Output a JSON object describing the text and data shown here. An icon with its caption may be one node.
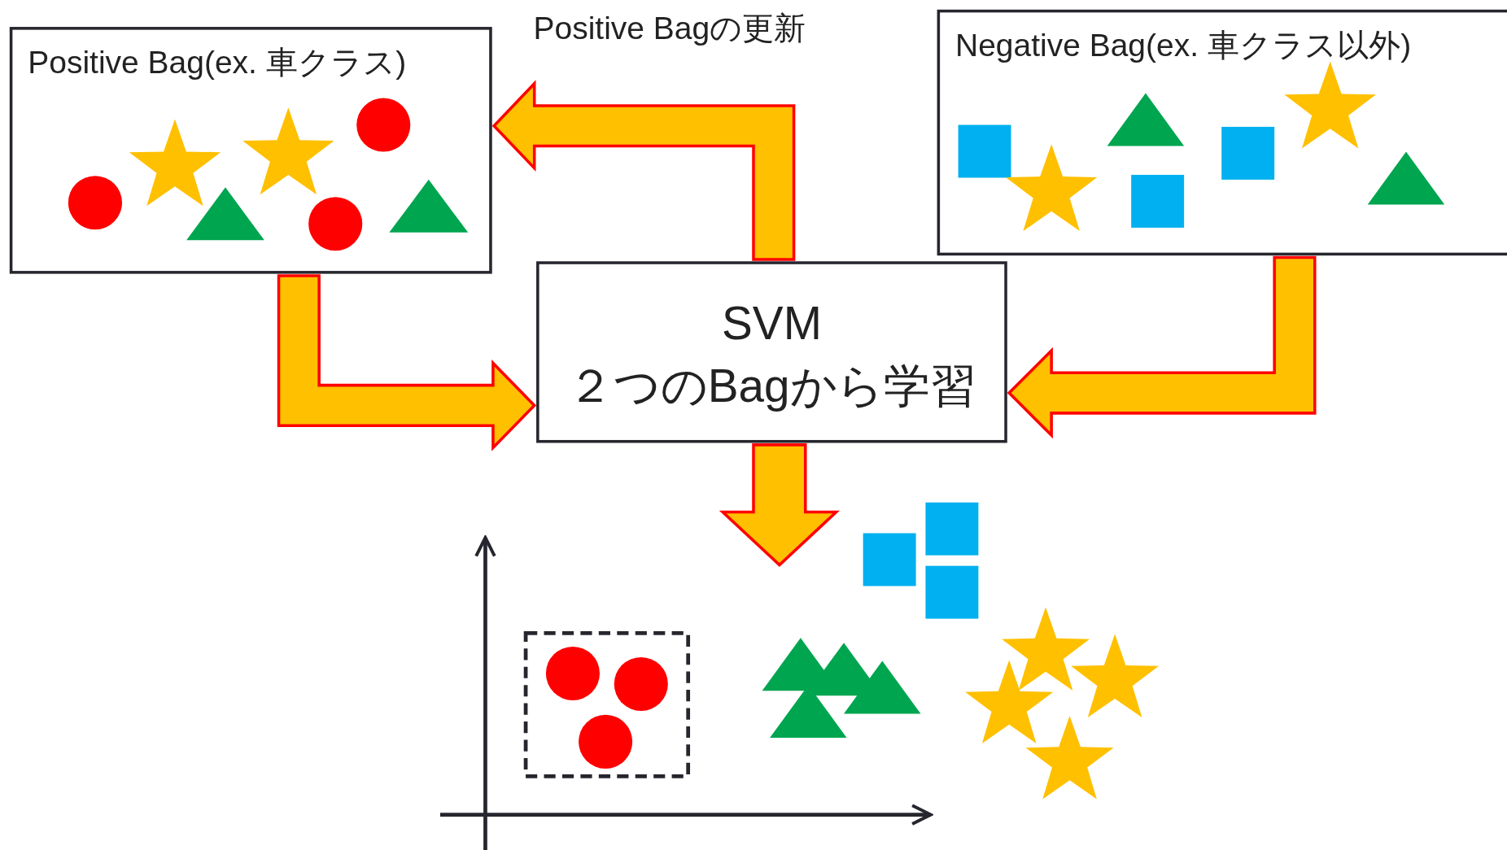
{
  "diagram": {
    "nodes": [
      {
        "text": [
          "Positive Bag(ex. 車クラス)"
        ]
      },
      {
        "text": [
          "Negative Bag(ex. 車クラス以外)"
        ]
      },
      {
        "text": [
          "SVM",
          "２つのBagから学習"
        ]
      }
    ],
    "edges": [
      {
        "from": 0,
        "to": 2,
        "arrow": "to"
      },
      {
        "from": 1,
        "to": 2,
        "arrow": "to"
      },
      {
        "from": 2,
        "to": 0,
        "arrow": "to",
        "label": "Positive Bagの更新"
      },
      {
        "from": 2,
        "to": null,
        "arrow": "to"
      }
    ]
  }
}
